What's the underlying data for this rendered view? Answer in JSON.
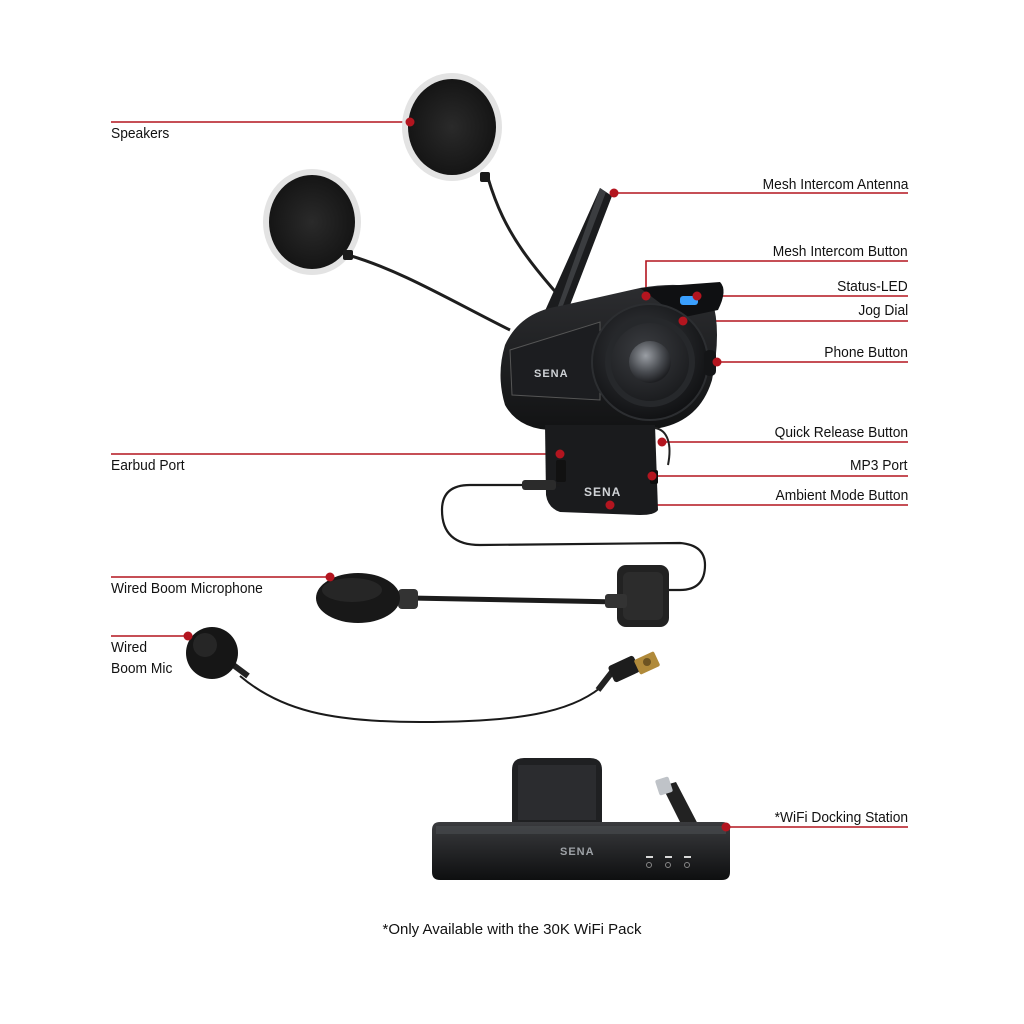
{
  "colors": {
    "accent": "#b3151f",
    "device": "#1b1c1e",
    "led": "#3aa0ff"
  },
  "labels": {
    "speakers": "Speakers",
    "antenna": "Mesh Intercom Antenna",
    "mesh_button": "Mesh Intercom Button",
    "status_led": "Status-LED",
    "jog_dial": "Jog Dial",
    "phone_button": "Phone Button",
    "quick_release": "Quick Release Button",
    "earbud_port": "Earbud Port",
    "mp3_port": "MP3 Port",
    "ambient_button": "Ambient Mode Button",
    "boom_mic": "Wired Boom Microphone",
    "wired_mic_line1": "Wired",
    "wired_mic_line2": "Boom Mic",
    "docking": "*WiFi Docking Station"
  },
  "brand": {
    "logo": "SENA"
  },
  "footnote": "*Only Available with the 30K WiFi Pack"
}
